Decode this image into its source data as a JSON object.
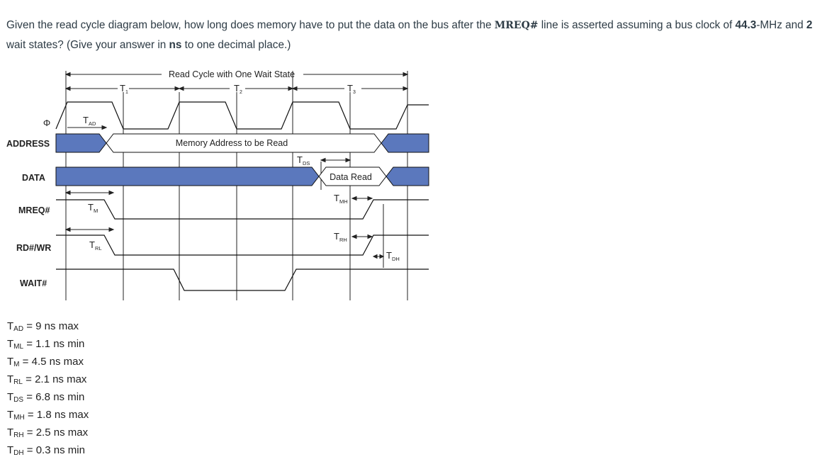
{
  "question": {
    "part1": "Given the read cycle diagram below, how long does memory have to put the data on the bus after the ",
    "signal": "MREQ#",
    "part2": " line is asserted assuming a bus clock of ",
    "clock": "44.3",
    "part3": "-MHz and ",
    "wait_states": "2",
    "part4": " wait states? (Give your answer in ",
    "unit": "ns",
    "part5": " to one decimal place.)"
  },
  "diagram": {
    "title": "Read Cycle with One Wait State",
    "periods": [
      {
        "letter": "T",
        "sub": "1"
      },
      {
        "letter": "T",
        "sub": "2"
      },
      {
        "letter": "T",
        "sub": "3"
      }
    ],
    "signals": {
      "clock": "Φ",
      "address": "ADDRESS",
      "data": "DATA",
      "mreq": "MREQ#",
      "rdwr": "RD#/WR",
      "wait": "WAIT#"
    },
    "bus_labels": {
      "address": "Memory Address to be Read",
      "data": "Data Read"
    },
    "timing_labels": {
      "tad": {
        "letter": "T",
        "sub": "AD"
      },
      "tm": {
        "letter": "T",
        "sub": "M"
      },
      "trl": {
        "letter": "T",
        "sub": "RL"
      },
      "tds": {
        "letter": "T",
        "sub": "DS"
      },
      "tmh": {
        "letter": "T",
        "sub": "MH"
      },
      "trh": {
        "letter": "T",
        "sub": "RH"
      },
      "tdh": {
        "letter": "T",
        "sub": "DH"
      }
    },
    "colors": {
      "bus_fill": "#5b78bd",
      "line": "#111111",
      "grid": "#222222"
    }
  },
  "timings": [
    {
      "sym": "T",
      "sub": "AD",
      "value": " = 9 ns max"
    },
    {
      "sym": "T",
      "sub": "ML",
      "value": " = 1.1 ns min"
    },
    {
      "sym": "T",
      "sub": "M",
      "value": " = 4.5 ns max"
    },
    {
      "sym": "T",
      "sub": "RL",
      "value": " = 2.1 ns max"
    },
    {
      "sym": "T",
      "sub": "DS",
      "value": " = 6.8 ns min"
    },
    {
      "sym": "T",
      "sub": "MH",
      "value": " = 1.8 ns max"
    },
    {
      "sym": "T",
      "sub": "RH",
      "value": " = 2.5 ns max"
    },
    {
      "sym": "T",
      "sub": "DH",
      "value": " = 0.3 ns min"
    }
  ]
}
